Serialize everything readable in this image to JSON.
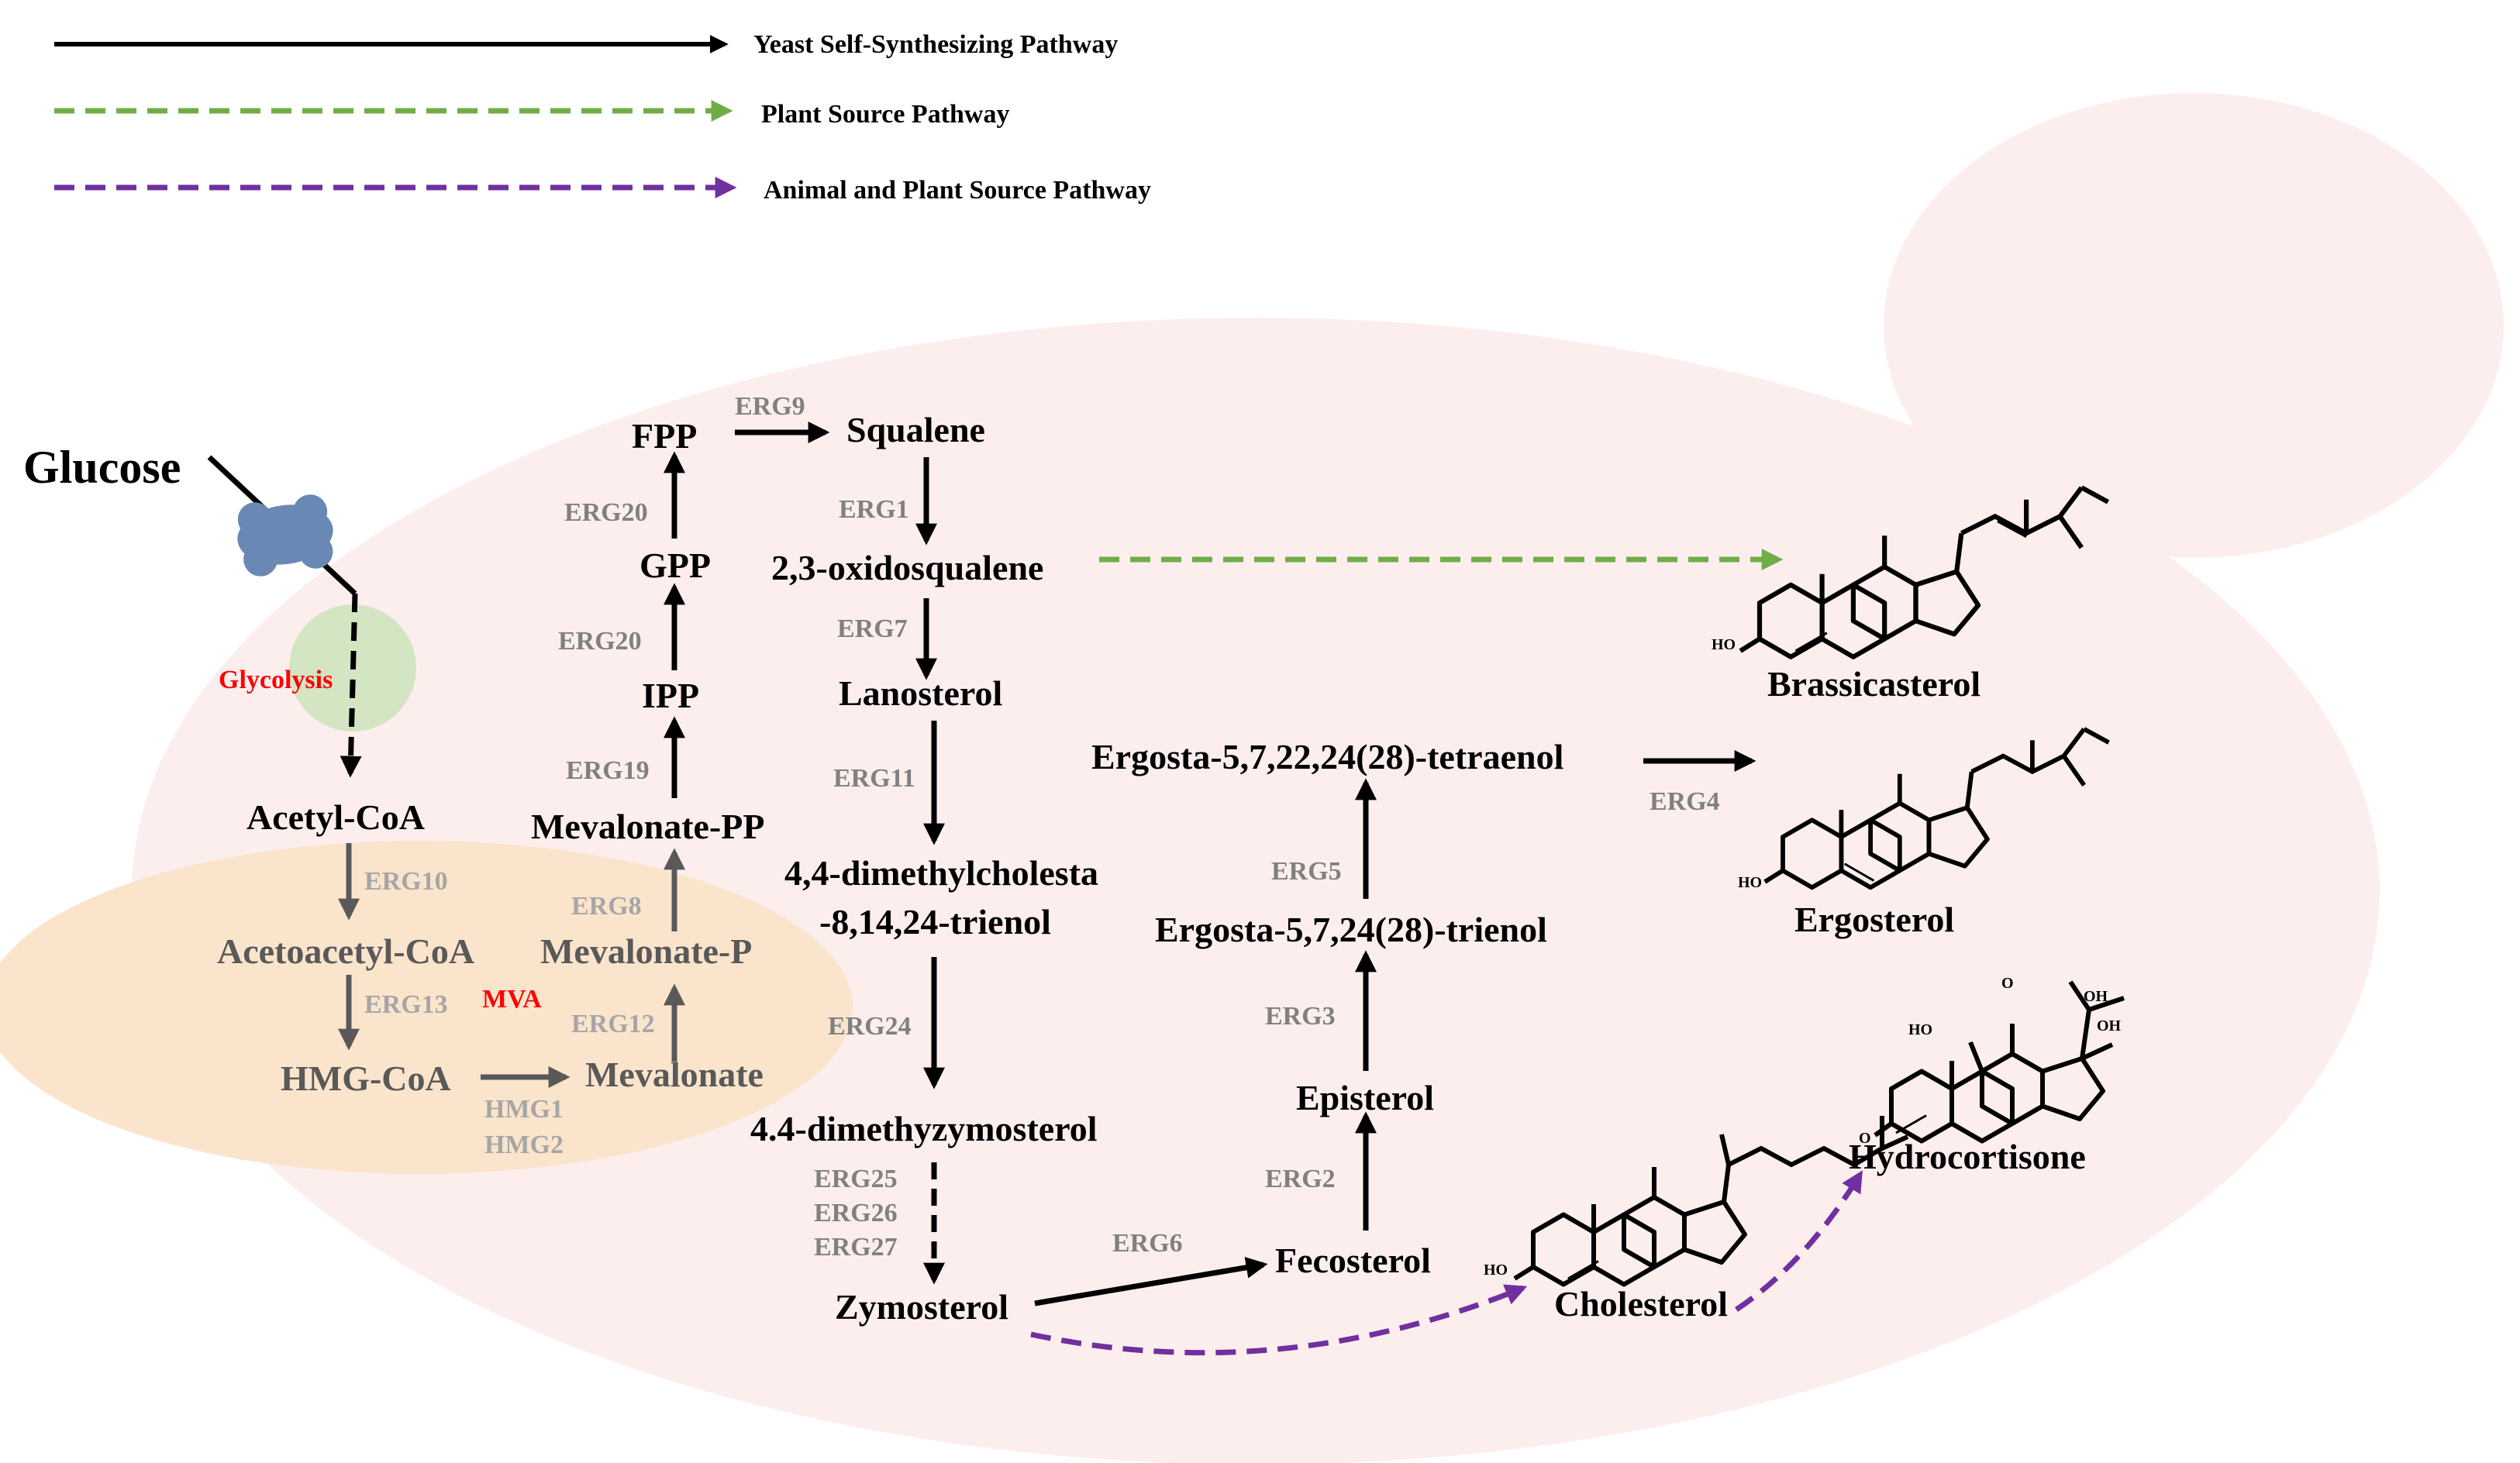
{
  "colors": {
    "cell": "#fdeeee",
    "glycolysis_zone": "#d3e5c2",
    "mva_zone": "#fbe4cc",
    "transporter": "#6a88b4",
    "yeast": "#000000",
    "plant": "#70ad47",
    "animal_plant": "#7030a0",
    "enzyme": "#808080",
    "enzyme_light": "#a6a6a6",
    "mva_metabolite": "#595959",
    "label_red": "#ff0000"
  },
  "legend": {
    "yeast": "Yeast Self-Synthesizing Pathway",
    "plant": "Plant Source Pathway",
    "animal_plant": "Animal and Plant Source Pathway"
  },
  "labels": {
    "glucose": "Glucose",
    "glycolysis": "Glycolysis",
    "mva": "MVA"
  },
  "metabolites": {
    "acetyl_coa": "Acetyl-CoA",
    "acetoacetyl_coa": "Acetoacetyl-CoA",
    "hmg_coa": "HMG-CoA",
    "mevalonate": "Mevalonate",
    "mevalonate_p": "Mevalonate-P",
    "mevalonate_pp": "Mevalonate-PP",
    "ipp": "IPP",
    "gpp": "GPP",
    "fpp": "FPP",
    "squalene": "Squalene",
    "oxidosqualene": "2,3-oxidosqualene",
    "lanosterol": "Lanosterol",
    "dimethylcholesta_1": "4,4-dimethylcholesta",
    "dimethylcholesta_2": "-8,14,24-trienol",
    "dimethyzymosterol": "4.4-dimethyzymosterol",
    "zymosterol": "Zymosterol",
    "fecosterol": "Fecosterol",
    "episterol": "Episterol",
    "trienol": "Ergosta-5,7,24(28)-trienol",
    "tetraenol": "Ergosta-5,7,22,24(28)-tetraenol"
  },
  "enzymes": {
    "erg10": "ERG10",
    "erg13": "ERG13",
    "hmg1": "HMG1",
    "hmg2": "HMG2",
    "erg12": "ERG12",
    "erg8": "ERG8",
    "erg19": "ERG19",
    "erg20_a": "ERG20",
    "erg20_b": "ERG20",
    "erg9": "ERG9",
    "erg1": "ERG1",
    "erg7": "ERG7",
    "erg11": "ERG11",
    "erg24": "ERG24",
    "erg25": "ERG25",
    "erg26": "ERG26",
    "erg27": "ERG27",
    "erg6": "ERG6",
    "erg2": "ERG2",
    "erg3": "ERG3",
    "erg5": "ERG5",
    "erg4": "ERG4"
  },
  "products": {
    "brassicasterol": "Brassicasterol",
    "ergosterol": "Ergosterol",
    "cholesterol": "Cholesterol",
    "hydrocortisone": "Hydrocortisone"
  },
  "structure_labels": {
    "ho": "HO",
    "oh": "OH",
    "o": "O"
  }
}
